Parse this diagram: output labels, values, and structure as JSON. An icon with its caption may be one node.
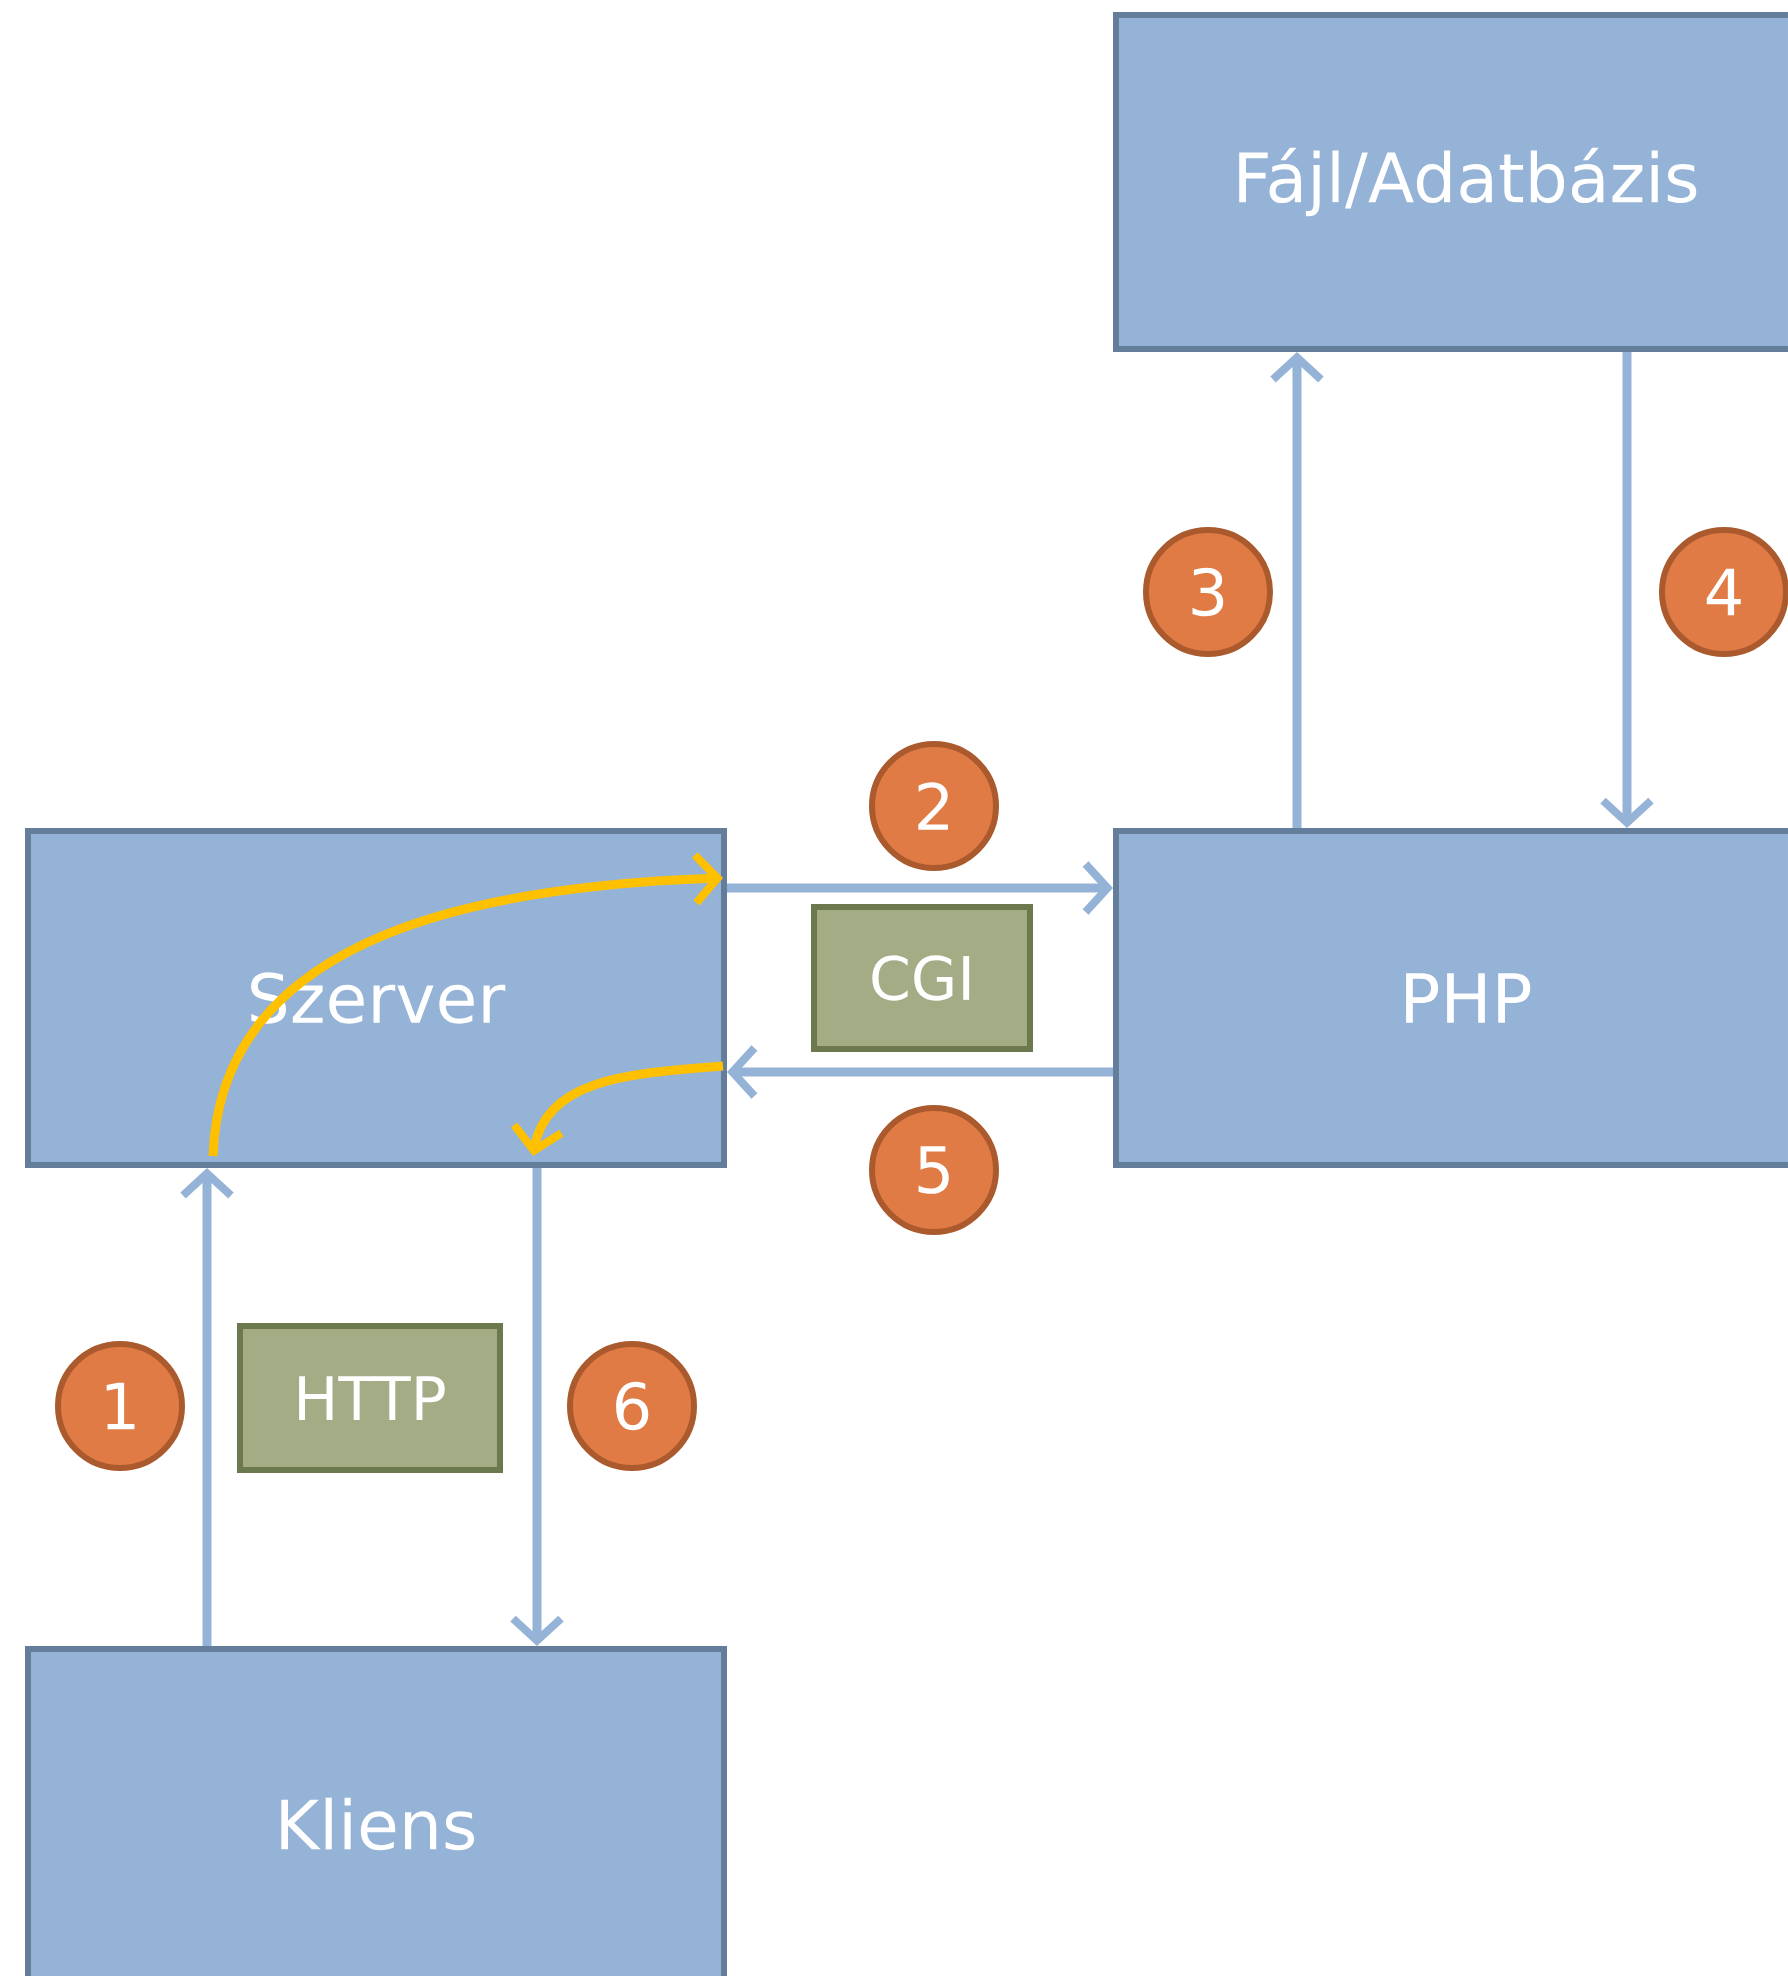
{
  "diagram": {
    "nodes": [
      {
        "text": [
          "Fájl/Adatbázis"
        ]
      },
      {
        "text": [
          "Szerver"
        ]
      },
      {
        "text": [
          "PHP"
        ]
      },
      {
        "text": [
          "Kliens"
        ]
      },
      {
        "text": [
          "CGI"
        ]
      },
      {
        "text": [
          "HTTP"
        ]
      },
      {
        "text": [
          "1"
        ]
      },
      {
        "text": [
          "2"
        ]
      },
      {
        "text": [
          "3"
        ]
      },
      {
        "text": [
          "4"
        ]
      },
      {
        "text": [
          "5"
        ]
      },
      {
        "text": [
          "6"
        ]
      }
    ],
    "edges": [
      {
        "from": 3,
        "to": 1,
        "arrow": "to"
      },
      {
        "from": 1,
        "to": 2,
        "arrow": "to"
      },
      {
        "from": 2,
        "to": 1,
        "arrow": "to"
      },
      {
        "from": 2,
        "to": 0,
        "arrow": "to"
      },
      {
        "from": 0,
        "to": 2,
        "arrow": "to"
      },
      {
        "from": 1,
        "to": 3,
        "arrow": "to"
      },
      {
        "from": 1,
        "to": 1,
        "arrow": "to",
        "color": "#ffc000"
      },
      {
        "from": 1,
        "to": 1,
        "arrow": "to",
        "color": "#ffc000"
      }
    ]
  }
}
